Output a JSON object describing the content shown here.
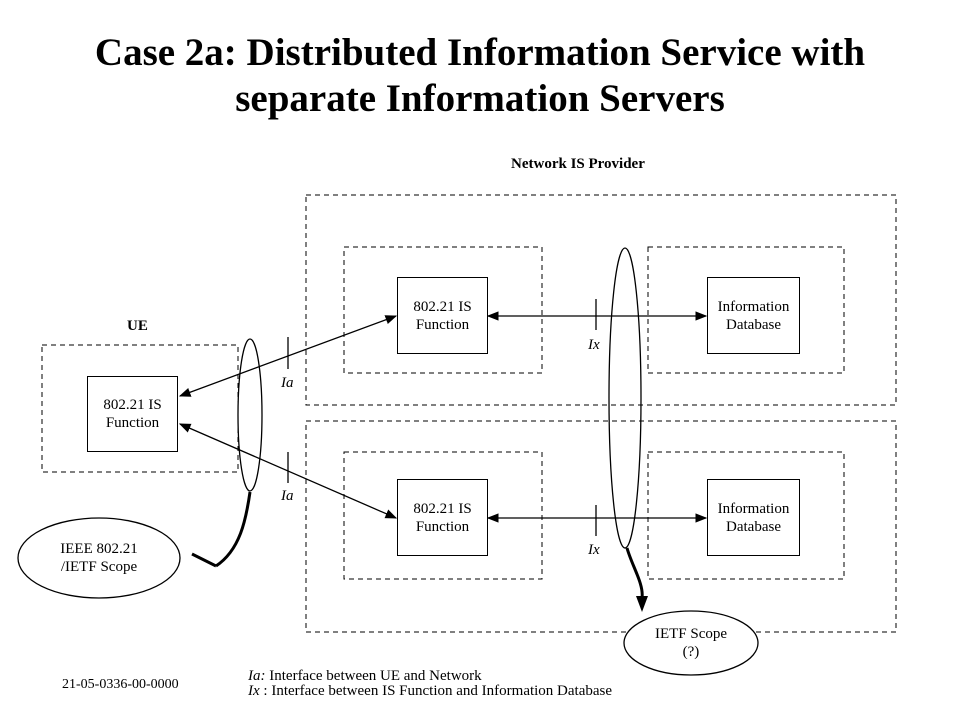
{
  "title_line1": "Case 2a: Distributed Information Service with",
  "title_line2": "separate Information Servers",
  "labels": {
    "network_provider": "Network IS Provider",
    "ue": "UE",
    "ia_top": "Ia",
    "ia_bottom": "Ia",
    "ix_top": "Ix",
    "ix_bottom": "Ix"
  },
  "boxes": {
    "ue_func_line1": "802.21 IS",
    "ue_func_line2": "Function",
    "net1_func_line1": "802.21 IS",
    "net1_func_line2": "Function",
    "net1_db_line1": "Information",
    "net1_db_line2": "Database",
    "net2_func_line1": "802.21 IS",
    "net2_func_line2": "Function",
    "net2_db_line1": "Information",
    "net2_db_line2": "Database"
  },
  "scopes": {
    "ieee_line1": "IEEE 802.21",
    "ieee_line2": "/IETF Scope",
    "ietf_line1": "IETF Scope",
    "ietf_line2": "(?)"
  },
  "legend": {
    "ia_key": "Ia:",
    "ia_text": " Interface between UE and Network",
    "ix_key": "Ix",
    "ix_text": " : Interface between  IS Function and Information Database"
  },
  "footer_id": "21-05-0336-00-0000"
}
